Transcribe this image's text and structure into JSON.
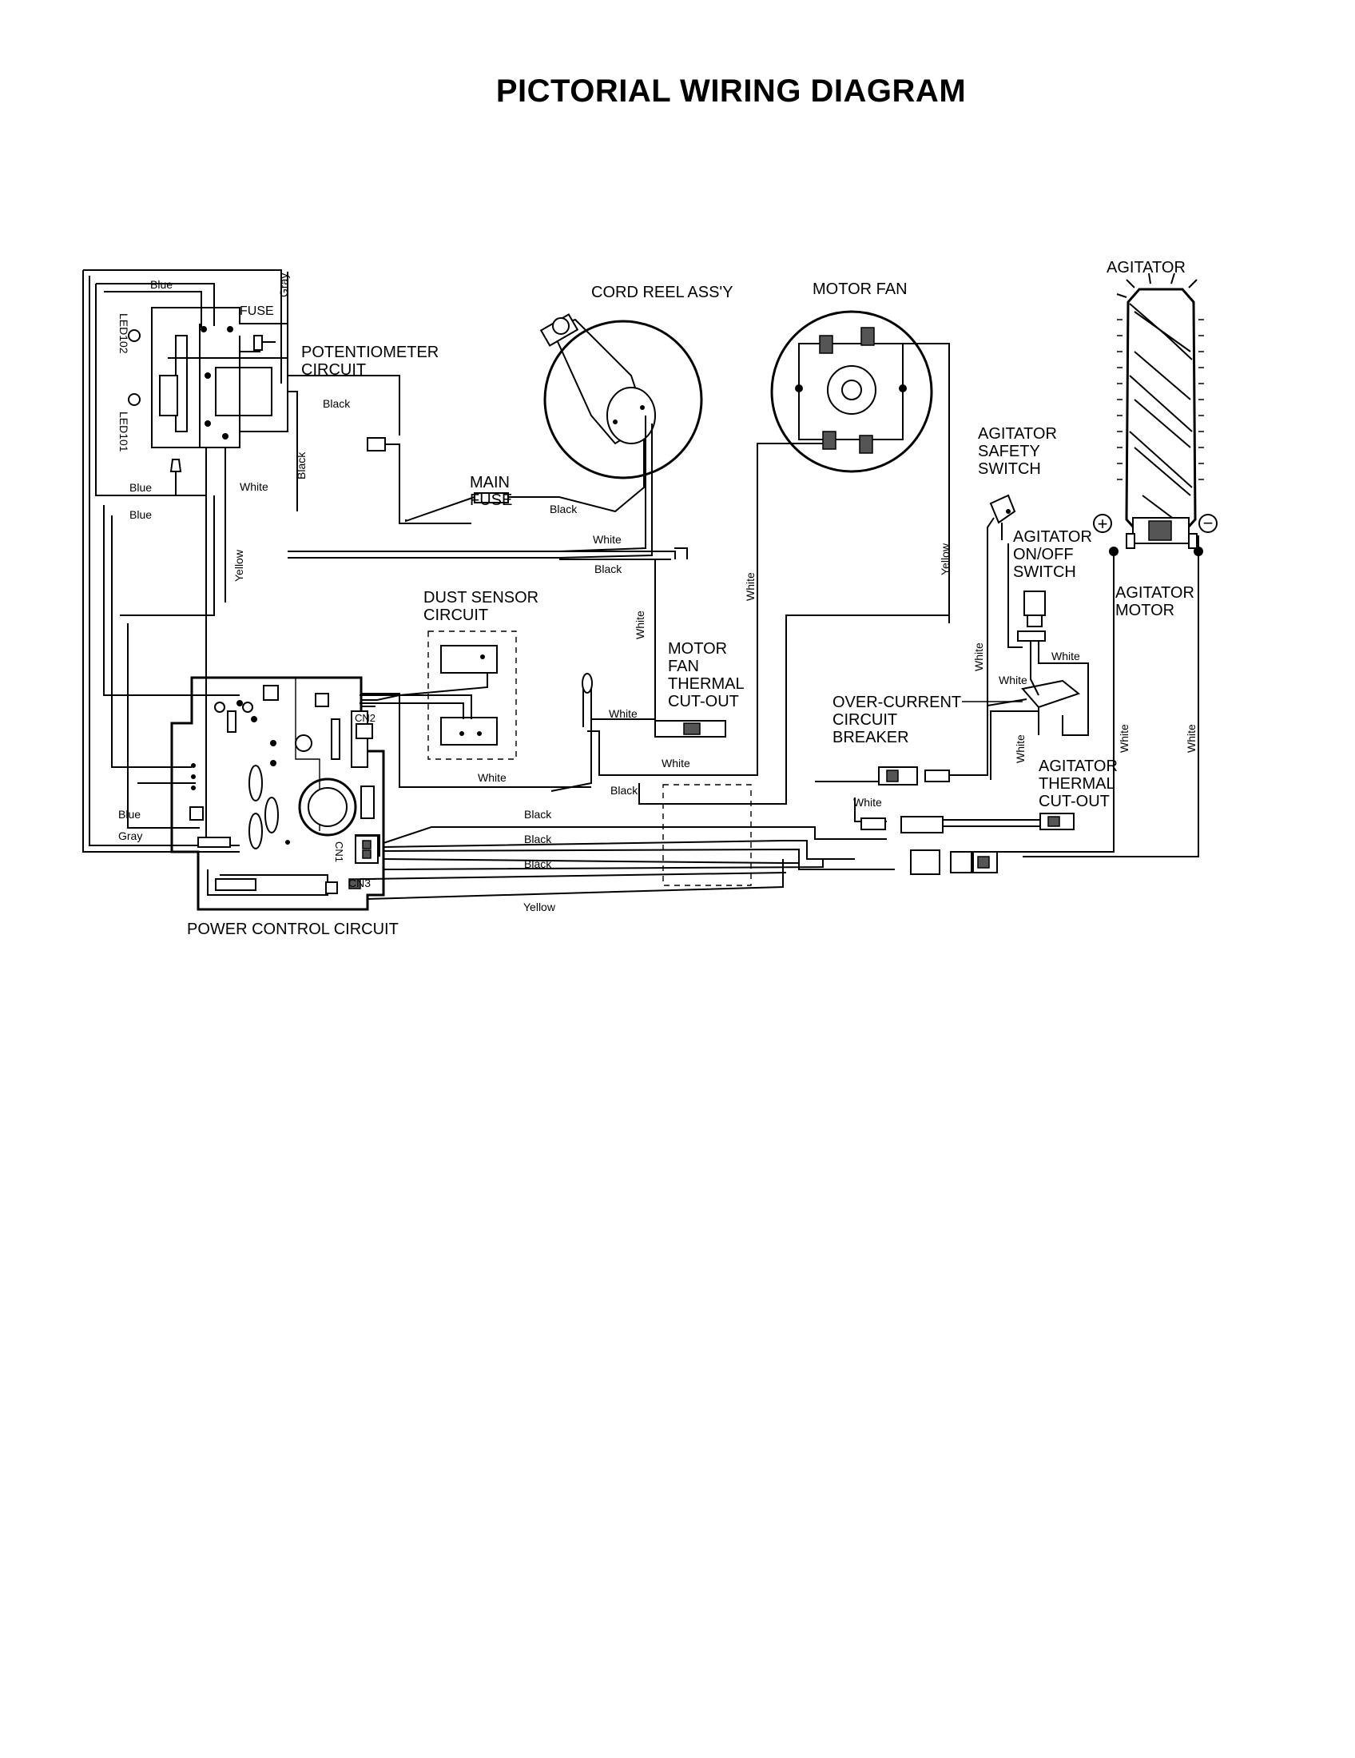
{
  "title": "PICTORIAL WIRING DIAGRAM",
  "components": {
    "agitator": "AGITATOR",
    "cord_reel": "CORD REEL ASS'Y",
    "motor_fan": "MOTOR FAN",
    "fuse": "FUSE",
    "potentiometer": [
      "POTENTIOMETER",
      "CIRCUIT"
    ],
    "led102": "LED102",
    "led101": "LED101",
    "main_fuse": [
      "MAIN",
      "FUSE"
    ],
    "agitator_safety_switch": [
      "AGITATOR",
      "SAFETY",
      "SWITCH"
    ],
    "agitator_onoff_switch": [
      "AGITATOR",
      "ON/OFF",
      "SWITCH"
    ],
    "agitator_motor": [
      "AGITATOR",
      "MOTOR"
    ],
    "dust_sensor": [
      "DUST SENSOR",
      "CIRCUIT"
    ],
    "motor_fan_thermal": [
      "MOTOR",
      "FAN",
      "THERMAL",
      "CUT-OUT"
    ],
    "over_current_breaker": [
      "OVER-CURRENT",
      "CIRCUIT",
      "BREAKER"
    ],
    "agitator_thermal": [
      "AGITATOR",
      "THERMAL",
      "CUT-OUT"
    ],
    "power_control": "POWER CONTROL CIRCUIT",
    "cn1": "CN1",
    "cn2": "CN2",
    "cn3": "CN3",
    "plus": "+",
    "minus": "−"
  },
  "wires": {
    "blue_top": "Blue",
    "gray_fuse": "Gray",
    "black_pot": "Black",
    "black_vert": "Black",
    "blue_left1": "Blue",
    "white_left": "White",
    "blue_left2": "Blue",
    "yellow_vert": "Yellow",
    "black_mainfuse": "Black",
    "white_reel": "White",
    "black_reel": "Black",
    "white_vert_thermal": "White",
    "white_vert_motor": "White",
    "yellow_motor": "Yellow",
    "white_safety": "White",
    "white_onoff": "White",
    "white_onoff2": "White",
    "white_breaker": "White",
    "white_thermal_h": "White",
    "white_dust": "White",
    "white_mid": "White",
    "black_mid": "Black",
    "white_conn": "White",
    "white_agitator1": "White",
    "white_agitator2": "White",
    "blue_bottom": "Blue",
    "gray_bottom": "Gray",
    "black_cn1_a": "Black",
    "black_cn1_b": "Black",
    "black_cn1_c": "Black",
    "yellow_bottom": "Yellow"
  }
}
